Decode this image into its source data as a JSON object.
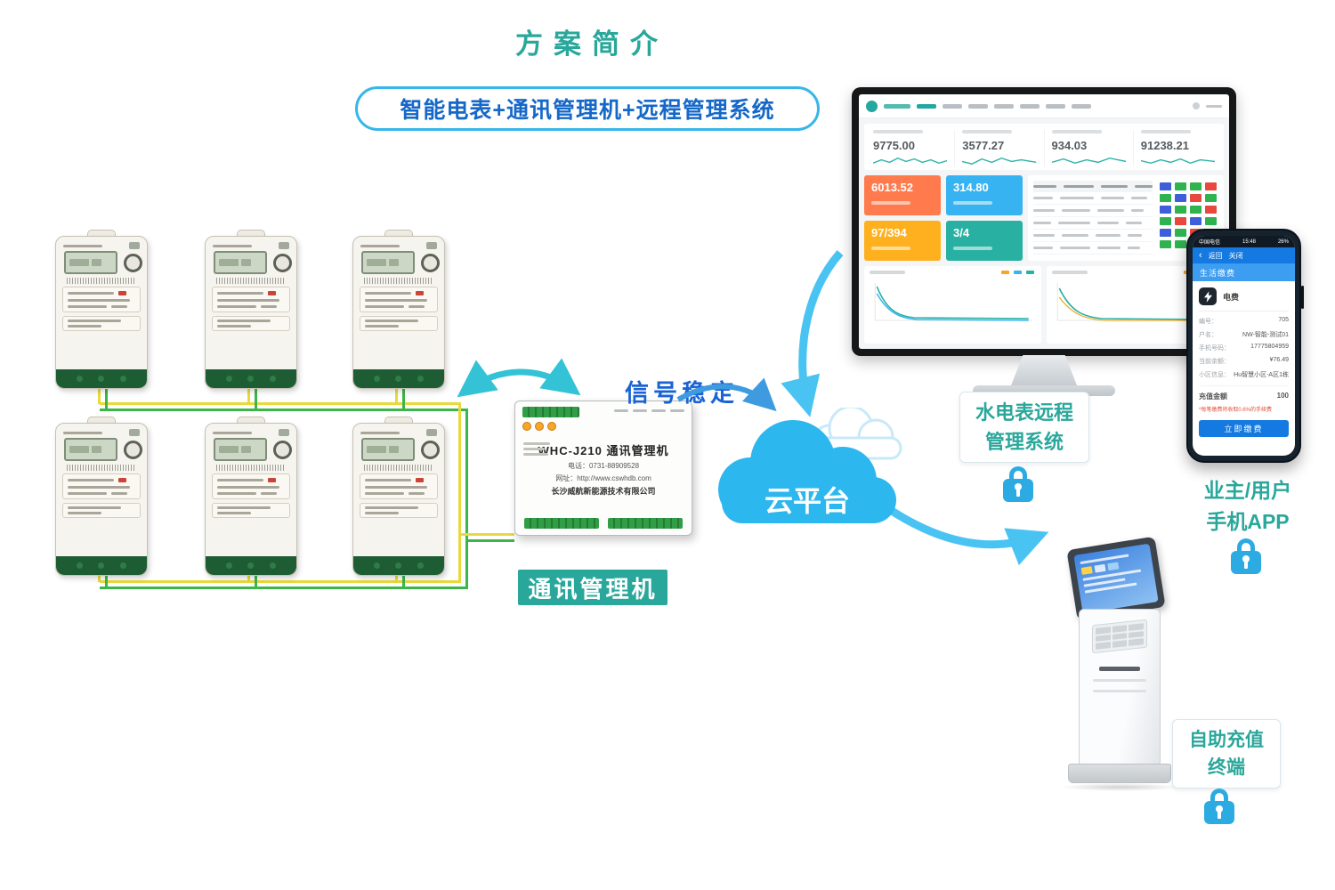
{
  "title": "方案简介",
  "subtitle": "智能电表+通讯管理机+远程管理系统",
  "signal_label": "信号稳定",
  "cloud": {
    "label": "云平台"
  },
  "comm_manager": {
    "tag": "通讯管理机",
    "device_title": "WHC-J210 通讯管理机",
    "phone": "电话：0731-88909528",
    "website": "网址：http://www.cswhdb.com",
    "company": "长沙威航新能源技术有限公司"
  },
  "monitor": {
    "stats": [
      {
        "value": "9775.00"
      },
      {
        "value": "3577.27"
      },
      {
        "value": "934.03"
      },
      {
        "value": "91238.21"
      }
    ],
    "cards": [
      {
        "value": "6013.52"
      },
      {
        "value": "314.80"
      },
      {
        "value": "97/394"
      },
      {
        "value": "3/4"
      }
    ]
  },
  "phone": {
    "carrier": "中国电信",
    "time": "15:48",
    "battery": "26%",
    "nav_back": "返回",
    "nav_close": "关闭",
    "banner": "生活缴费",
    "fee_type": "电费",
    "fields": [
      {
        "label": "编号：",
        "value": "705"
      },
      {
        "label": "户名：",
        "value": "NW-智能-测试01"
      },
      {
        "label": "手机号码：",
        "value": "17775804959"
      },
      {
        "label": "当前余额：",
        "value": "¥76.49"
      },
      {
        "label": "小区信息：",
        "value": "Hu智慧小区-A区1栋"
      }
    ],
    "recharge_label": "充值金额",
    "recharge_value": "100",
    "note": "*每笔缴费将收取0.6%的手续费",
    "pay_button": "立即缴费"
  },
  "labels": {
    "system_line1": "水电表远程",
    "system_line2": "管理系统",
    "app_line1": "业主/用户",
    "app_line2": "手机APP",
    "kiosk_line1": "自助充值",
    "kiosk_line2": "终端"
  }
}
